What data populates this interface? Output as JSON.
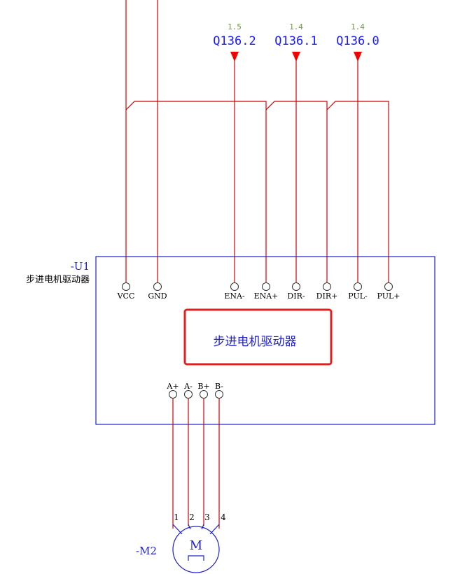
{
  "signals": [
    {
      "ref": "1.5",
      "address": "Q136.2"
    },
    {
      "ref": "1.4",
      "address": "Q136.1"
    },
    {
      "ref": "1.4",
      "address": "Q136.0"
    }
  ],
  "driver": {
    "tag": "-U1",
    "side_label": "步进电机驱动器",
    "center_label": "步进电机驱动器",
    "input_pins": [
      "VCC",
      "GND",
      "ENA-",
      "ENA+",
      "DIR-",
      "DIR+",
      "PUL-",
      "PUL+"
    ],
    "output_pins": [
      "A+",
      "A-",
      "B+",
      "B-"
    ]
  },
  "motor": {
    "tag": "-M2",
    "symbol": "M",
    "wire_numbers": [
      "1",
      "2",
      "3",
      "4"
    ]
  },
  "colors": {
    "wire": "#d40000",
    "box": "#2020d0",
    "address": "#1a1aff",
    "reference": "#6a9a3a",
    "highlight": "#e02020"
  }
}
